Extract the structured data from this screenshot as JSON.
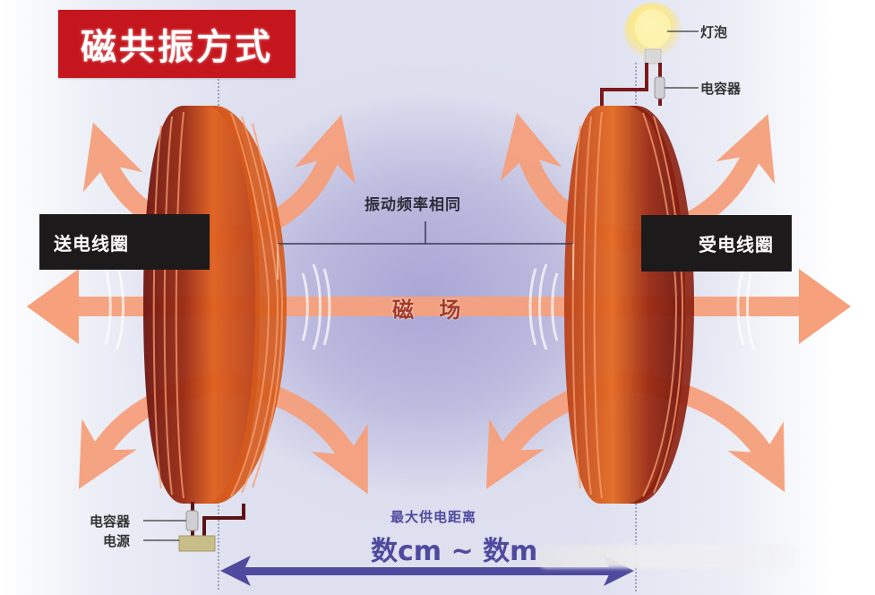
{
  "title": "磁共振方式",
  "labels": {
    "transmit_coil": "送电线圈",
    "receive_coil": "受电线圈",
    "bulb": "灯泡",
    "capacitor_receiver": "电容器",
    "capacitor_sender": "电容器",
    "power_source": "电源",
    "same_frequency": "振动频率相同",
    "magnetic_field": "磁 场",
    "max_distance_title": "最大供电距离",
    "max_distance_value": "数cm ~ 数m"
  },
  "colors": {
    "title_bg": "#c5161d",
    "title_text": "#ffffff",
    "label_box_bg": "#1c1a1a",
    "coil_dark": "#7a1a10",
    "coil_bright": "#e8651f",
    "field_arrow": "#f6a07c",
    "distance_arrow": "#4e4a9e",
    "field_bg": "#b8b6dc"
  }
}
